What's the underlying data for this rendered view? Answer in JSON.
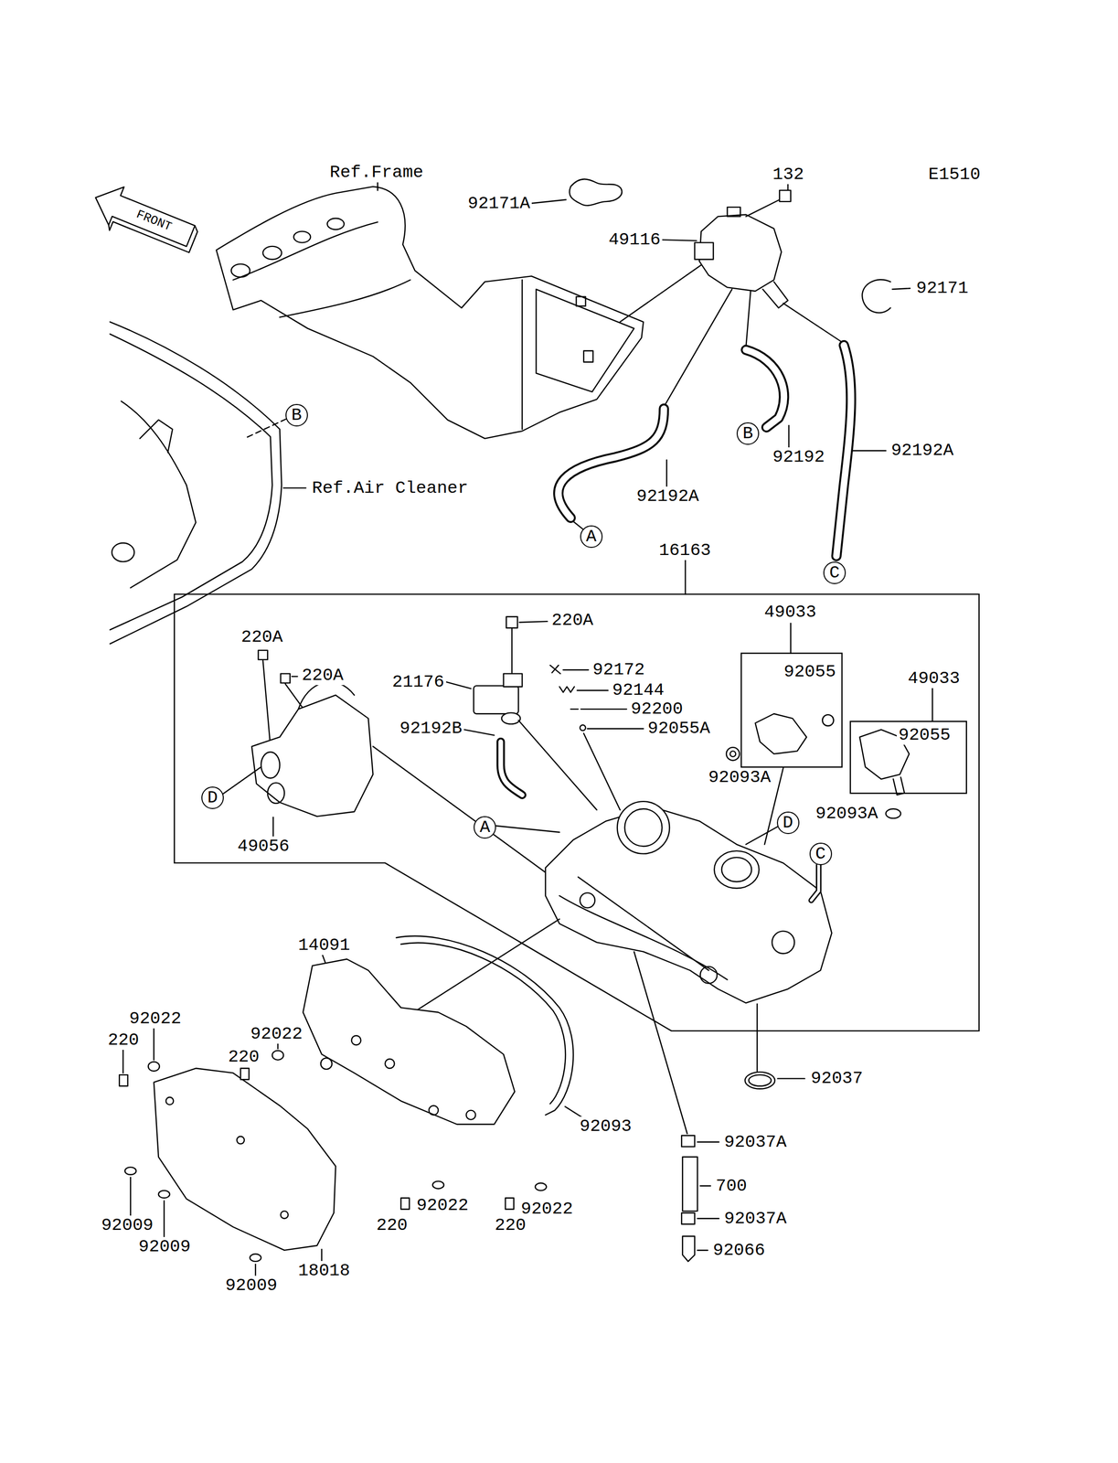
{
  "diagram": {
    "nodes": [
      {
        "text": [
          "B"
        ]
      },
      {
        "text": [
          "B"
        ]
      },
      {
        "text": [
          "A"
        ]
      },
      {
        "text": [
          "C"
        ]
      },
      {
        "text": [
          "16163"
        ]
      },
      {
        "text": [
          "49033",
          "92055"
        ],
        "in": 4
      },
      {
        "text": [
          "49033",
          "92055"
        ],
        "in": 4
      },
      {
        "text": [
          "D"
        ],
        "in": 4
      },
      {
        "text": [
          "A"
        ],
        "in": 4
      },
      {
        "text": [
          "D"
        ],
        "in": 4
      },
      {
        "text": [
          "C"
        ],
        "in": 4
      }
    ],
    "labels": [
      "Ref.Frame",
      "E1510",
      "FRONT",
      "92171A",
      "132",
      "49116",
      "92171",
      "Ref.Air Cleaner",
      "92192",
      "92192A",
      "92192A",
      "220A",
      "220A",
      "21176",
      "220A",
      "92172",
      "92144",
      "92200",
      "92055A",
      "92192B",
      "92093A",
      "92093A",
      "49056",
      "14091",
      "92022",
      "92022",
      "220",
      "220",
      "92037",
      "92093",
      "92037A",
      "700",
      "92022",
      "92022",
      "92037A",
      "220",
      "220",
      "92009",
      "92009",
      "92066",
      "18018",
      "92009"
    ]
  }
}
